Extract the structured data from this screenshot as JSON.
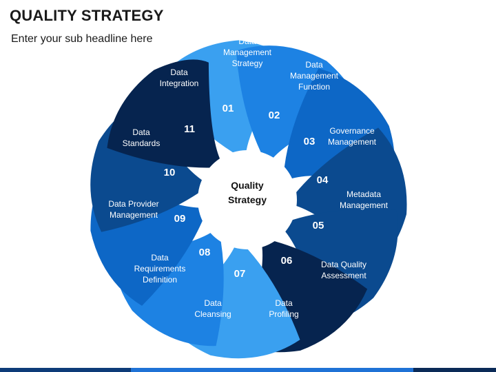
{
  "header": {
    "title": "QUALITY STRATEGY",
    "subtitle": "Enter your sub headline here"
  },
  "center_label": [
    "Quality",
    "Strategy"
  ],
  "colors": {
    "darkest": "#06244f",
    "dark": "#0b4a8f",
    "medium": "#0d67c6",
    "bright": "#1d82e3",
    "light": "#3aa0f0",
    "text": "#ffffff",
    "center_text": "#111111"
  },
  "segments": [
    {
      "number": "01",
      "label": [
        "Data",
        "Management",
        "Strategy"
      ],
      "color": "light"
    },
    {
      "number": "02",
      "label": [
        "Data",
        "Management",
        "Function"
      ],
      "color": "bright"
    },
    {
      "number": "03",
      "label": [
        "Governance",
        "Management"
      ],
      "color": "medium"
    },
    {
      "number": "04",
      "label": [
        "Metadata",
        "Management"
      ],
      "color": "dark"
    },
    {
      "number": "05",
      "label": [
        "Data Quality",
        "Assessment"
      ],
      "color": "dark"
    },
    {
      "number": "06",
      "label": [
        "Data",
        "Profiling"
      ],
      "color": "darkest"
    },
    {
      "number": "07",
      "label": [
        "Data",
        "Cleansing"
      ],
      "color": "light"
    },
    {
      "number": "08",
      "label": [
        "Data",
        "Requirements",
        "Definition"
      ],
      "color": "bright"
    },
    {
      "number": "09",
      "label": [
        "Data Provider",
        "Management"
      ],
      "color": "medium"
    },
    {
      "number": "10",
      "label": [
        "Data",
        "Standards"
      ],
      "color": "dark"
    },
    {
      "number": "11",
      "label": [
        "Data",
        "Integration"
      ],
      "color": "darkest"
    }
  ]
}
